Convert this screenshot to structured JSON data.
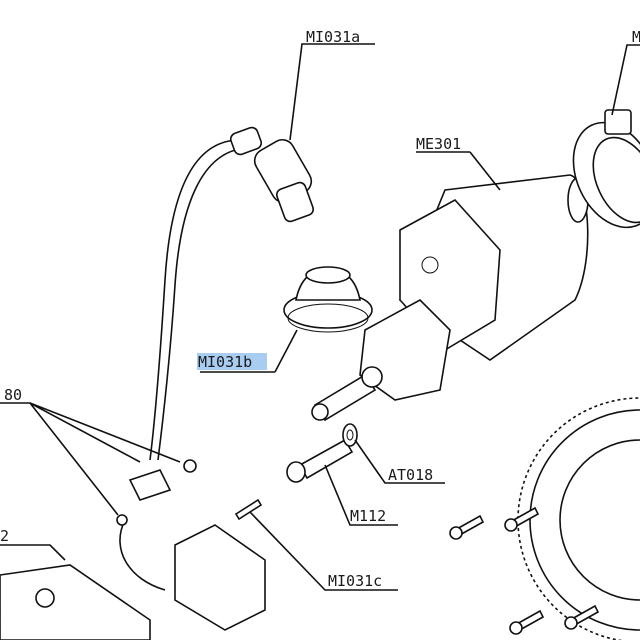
{
  "labels": {
    "mi031a": "MI031a",
    "me301": "ME301",
    "mi031b": "MI031b",
    "p80": "80",
    "at018": "AT018",
    "m112": "M112",
    "mi031c": "MI031c",
    "p2": "2",
    "m_partial": "M"
  },
  "selected_label": "MI031b",
  "highlight_color": "#a9cdf0"
}
